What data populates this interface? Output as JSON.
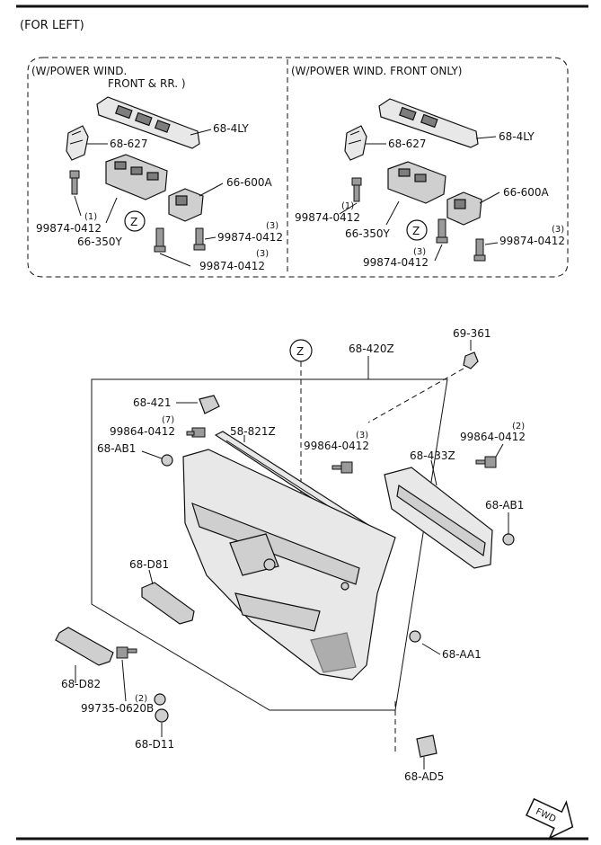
{
  "header": {
    "title": "(FOR LEFT)"
  },
  "boxes": {
    "left_title_1": "(W/POWER WIND.",
    "left_title_2": "FRONT & RR. )",
    "right_title": "(W/POWER WIND. FRONT ONLY)"
  },
  "labels": {
    "bezel_left": "68-4LY",
    "bracket_left": "68-627",
    "switch_main_left": "66-350Y",
    "switch_small_left": "66-600A",
    "screw_l1": "99874-0412",
    "screw_l1_qty": "(1)",
    "screw_l2": "99874-0412",
    "screw_l2_qty": "(3)",
    "screw_l3": "99874-0412",
    "screw_l3_qty": "(3)",
    "z_left": "Z",
    "bezel_right": "68-4LY",
    "bracket_right": "68-627",
    "switch_main_right": "66-350Y",
    "switch_small_right": "66-600A",
    "screw_r1": "99874-0412",
    "screw_r1_qty": "(1)",
    "screw_r2": "99874-0412",
    "screw_r2_qty": "(3)",
    "screw_r3": "99874-0412",
    "screw_r3_qty": "(3)",
    "z_right": "Z",
    "z_main": "Z",
    "trim_assy": "68-420Z",
    "clip_top": "69-361",
    "cap_421": "68-421",
    "screw_m1": "99864-0412",
    "screw_m1_qty": "(7)",
    "clip_ab1_left": "68-AB1",
    "weather_strip": "58-821Z",
    "screw_m2": "99864-0412",
    "screw_m2_qty": "(3)",
    "screw_m3": "99864-0412",
    "screw_m3_qty": "(2)",
    "pocket": "68-433Z",
    "clip_ab1_right": "68-AB1",
    "handle_d81": "68-D81",
    "pad_d82": "68-D82",
    "screw_m4": "99735-0620B",
    "screw_m4_qty": "(2)",
    "plug_d11": "68-D11",
    "clip_aa1": "68-AA1",
    "clip_ad5": "68-AD5",
    "fwd": "FWD"
  }
}
